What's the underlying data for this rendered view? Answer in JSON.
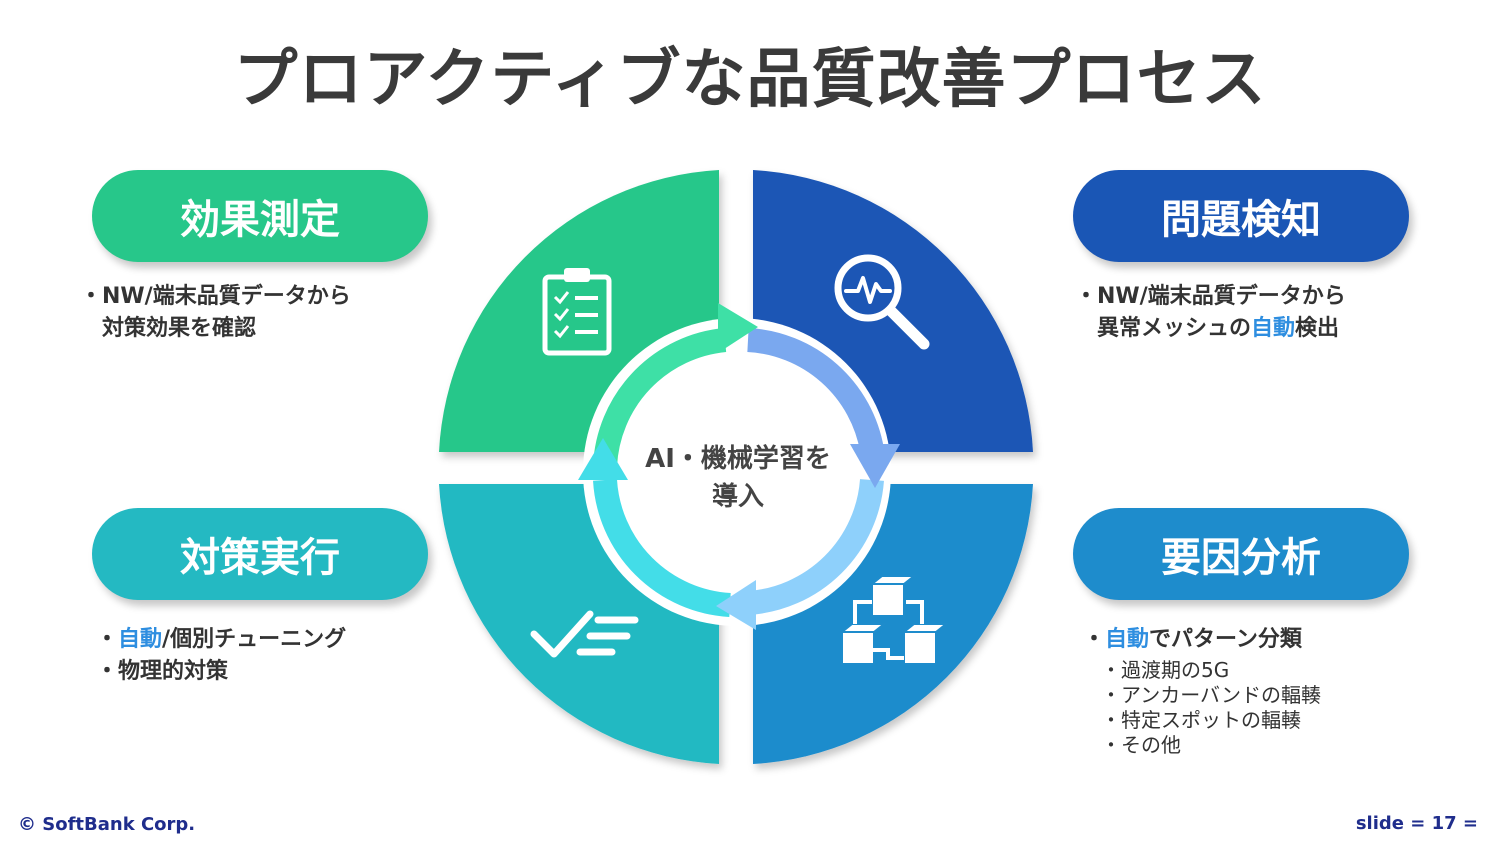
{
  "title": "プロアクティブな品質改善プロセス",
  "center": {
    "line1": "AI・機械学習を",
    "line2": "導入"
  },
  "quadrants": {
    "top_left": {
      "label": "効果測定",
      "color": "#27c78a",
      "icon": "clipboard-checklist-icon",
      "desc_line1": "・NW/端末品質データから",
      "desc_line2": "対策効果を確認"
    },
    "top_right": {
      "label": "問題検知",
      "color": "#1a56b5",
      "icon": "magnifier-pulse-icon",
      "desc_line1": "・NW/端末品質データから",
      "desc_line2_pre": "異常メッシュの",
      "desc_line2_hl": "自動",
      "desc_line2_post": "検出"
    },
    "bottom_right": {
      "label": "要因分析",
      "color": "#1e8ccc",
      "icon": "cubes-network-icon",
      "bullet_pre": "・",
      "bullet_hl": "自動",
      "bullet_post": "でパターン分類",
      "subitems": [
        "・過渡期の5G",
        "・アンカーバンドの輻輳",
        "・特定スポットの輻輳",
        "・その他"
      ]
    },
    "bottom_left": {
      "label": "対策実行",
      "color": "#24b9c2",
      "icon": "check-lines-icon",
      "line1_pre": "・",
      "line1_hl": "自動",
      "line1_post": "/個別チューニング",
      "line2": "・物理的対策"
    }
  },
  "accent_highlight": "#2e8ee0",
  "footer": {
    "copyright": "© SoftBank Corp.",
    "slide": "slide  = 17 ="
  }
}
